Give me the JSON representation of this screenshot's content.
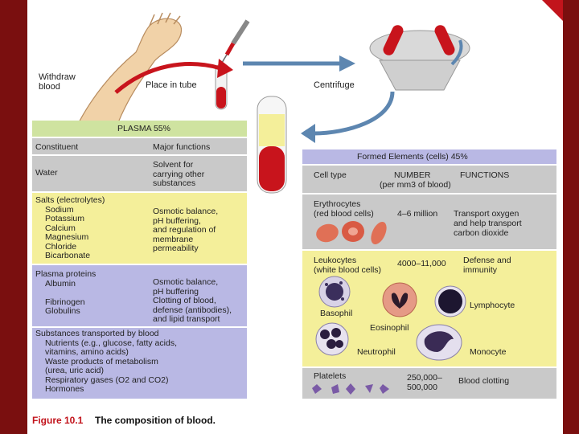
{
  "steps": {
    "withdraw": "Withdraw blood",
    "place": "Place in tube",
    "centrifuge": "Centrifuge"
  },
  "plasma": {
    "header": "PLASMA 55%",
    "col_constituent": "Constituent",
    "col_functions": "Major functions",
    "rows": [
      {
        "constituent": [
          "Water"
        ],
        "functions": [
          "Solvent for",
          "carrying other",
          "substances"
        ]
      },
      {
        "constituent": [
          "Salts (electrolytes)",
          "Sodium",
          "Potassium",
          "Calcium",
          "Magnesium",
          "Chloride",
          "Bicarbonate"
        ],
        "functions": [
          "Osmotic balance,",
          "pH buffering,",
          "and regulation of",
          "membrane",
          "permeability"
        ]
      },
      {
        "constituent": [
          "Plasma proteins",
          "Albumin",
          "",
          "Fibrinogen",
          "Globulins"
        ],
        "functions": [
          "Osmotic balance,",
          "pH buffering",
          "Clotting of blood,",
          "defense (antibodies),",
          "and lipid transport"
        ]
      },
      {
        "constituent": [
          "Substances transported by blood",
          "Nutrients (e.g., glucose, fatty acids,",
          "vitamins, amino acids)",
          "Waste products of metabolism",
          "(urea, uric acid)",
          "Respiratory gases (O2 and CO2)",
          "Hormones"
        ],
        "functions": []
      }
    ]
  },
  "formed": {
    "header": "Formed Elements (cells) 45%",
    "col_type": "Cell type",
    "col_number": "NUMBER",
    "col_number_sub": "(per mm3 of blood)",
    "col_functions": "FUNCTIONS",
    "erythrocytes": {
      "name": "Erythrocytes",
      "sub": "(red blood cells)",
      "number": "4–6 million",
      "functions": [
        "Transport oxygen",
        "and help transport",
        "carbon dioxide"
      ]
    },
    "leukocytes": {
      "name": "Leukocytes",
      "sub": "(white blood cells)",
      "number": "4000–11,000",
      "functions": [
        "Defense and",
        "immunity"
      ]
    },
    "wbc_types": {
      "basophil": "Basophil",
      "lymphocyte": "Lymphocyte",
      "eosinophil": "Eosinophil",
      "neutrophil": "Neutrophil",
      "monocyte": "Monocyte"
    },
    "platelets": {
      "name": "Platelets",
      "number": [
        "250,000–",
        "500,000"
      ],
      "functions": "Blood clotting"
    }
  },
  "caption": {
    "number": "Figure 10.1",
    "text": "The composition of blood."
  },
  "colors": {
    "frame": "#7a0f0f",
    "plasma_band": "#f4ef9a",
    "plasma_header": "#cfe3a0",
    "formed_band": "#b9b8e4",
    "gray_band": "#c9c9c9",
    "blood_red": "#c8141c"
  }
}
